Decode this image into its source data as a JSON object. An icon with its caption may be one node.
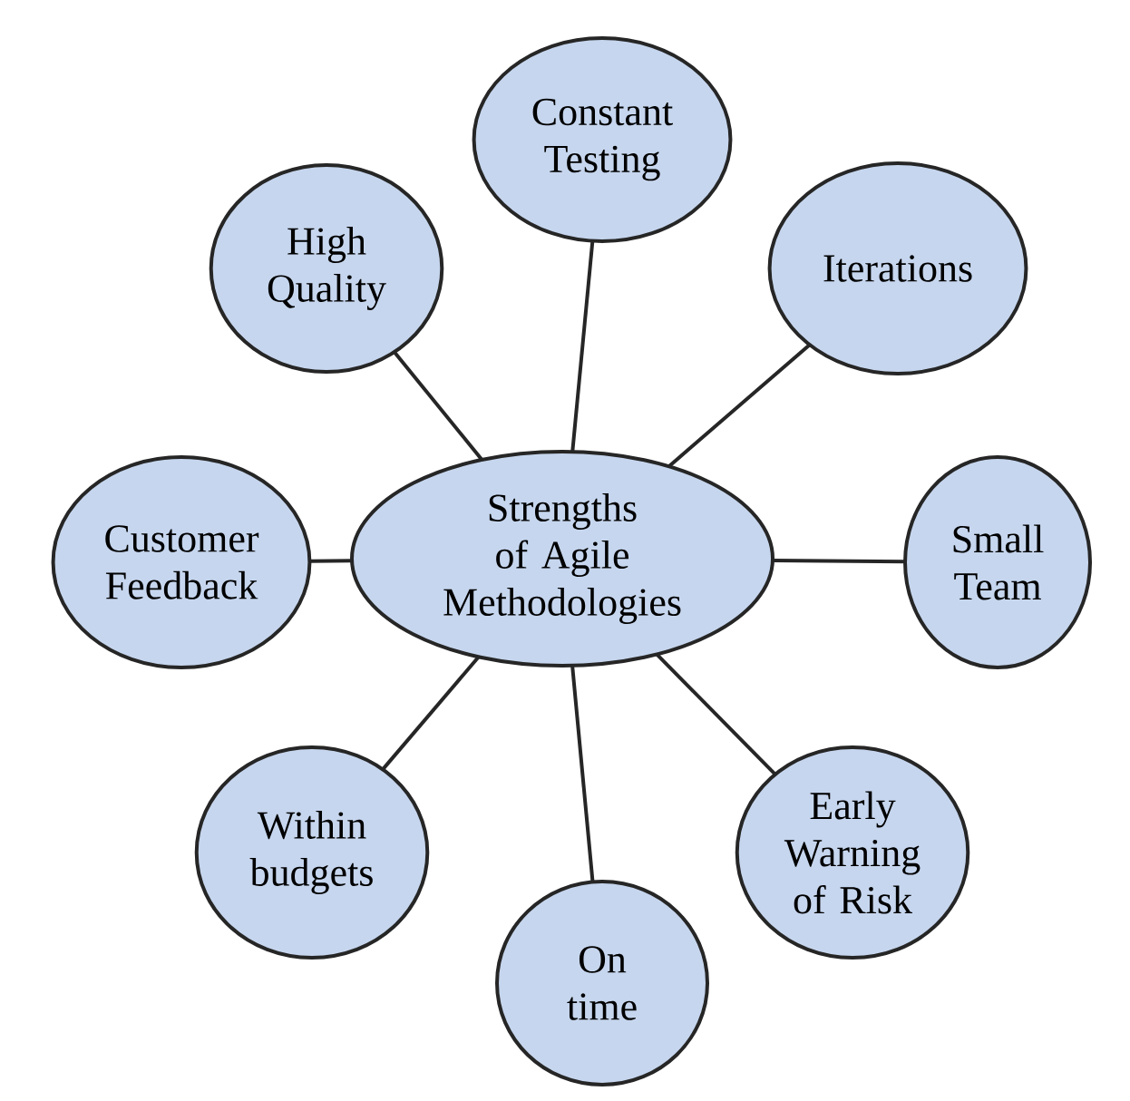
{
  "diagram": {
    "nodes": [
      {
        "text": [
          "Strengths of Agile Methodologies"
        ]
      },
      {
        "text": [
          "Constant Testing"
        ]
      },
      {
        "text": [
          "Iterations"
        ]
      },
      {
        "text": [
          "Small Team"
        ]
      },
      {
        "text": [
          "Early Warning of Risk"
        ]
      },
      {
        "text": [
          "On time"
        ]
      },
      {
        "text": [
          "Within budgets"
        ]
      },
      {
        "text": [
          "Customer Feedback"
        ]
      },
      {
        "text": [
          "High Quality"
        ]
      }
    ],
    "edges": [
      {
        "from": 0,
        "to": 1,
        "arrow": "none"
      },
      {
        "from": 0,
        "to": 2,
        "arrow": "none"
      },
      {
        "from": 0,
        "to": 3,
        "arrow": "none"
      },
      {
        "from": 0,
        "to": 4,
        "arrow": "none"
      },
      {
        "from": 0,
        "to": 5,
        "arrow": "none"
      },
      {
        "from": 0,
        "to": 6,
        "arrow": "none"
      },
      {
        "from": 0,
        "to": 7,
        "arrow": "none"
      },
      {
        "from": 0,
        "to": 8,
        "arrow": "none"
      }
    ]
  }
}
